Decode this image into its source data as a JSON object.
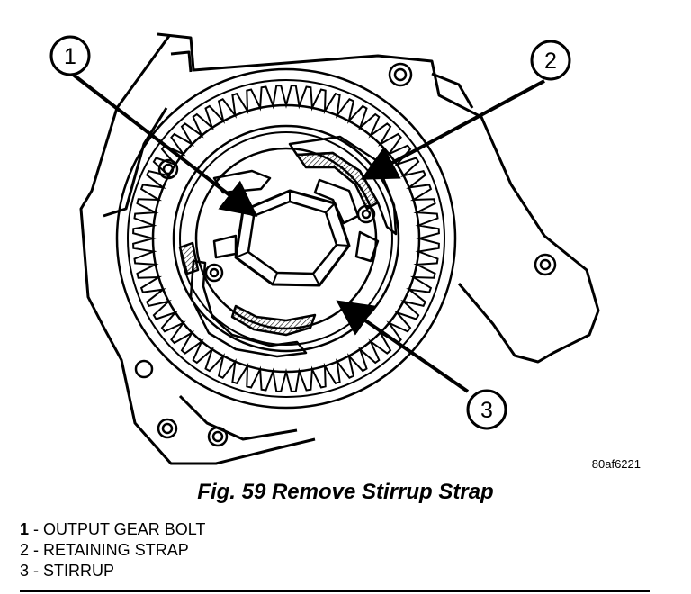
{
  "figure": {
    "ref_code": "80af6221",
    "caption": "Fig. 59 Remove Stirrup Strap",
    "callouts": [
      "1",
      "2",
      "3"
    ],
    "legend": [
      {
        "num": "1",
        "sep": " - ",
        "label": "OUTPUT GEAR BOLT",
        "bold_num": true
      },
      {
        "num": "2",
        "sep": " - ",
        "label": "RETAINING STRAP",
        "bold_num": false
      },
      {
        "num": "3",
        "sep": " - ",
        "label": "STIRRUP",
        "bold_num": false
      }
    ]
  }
}
